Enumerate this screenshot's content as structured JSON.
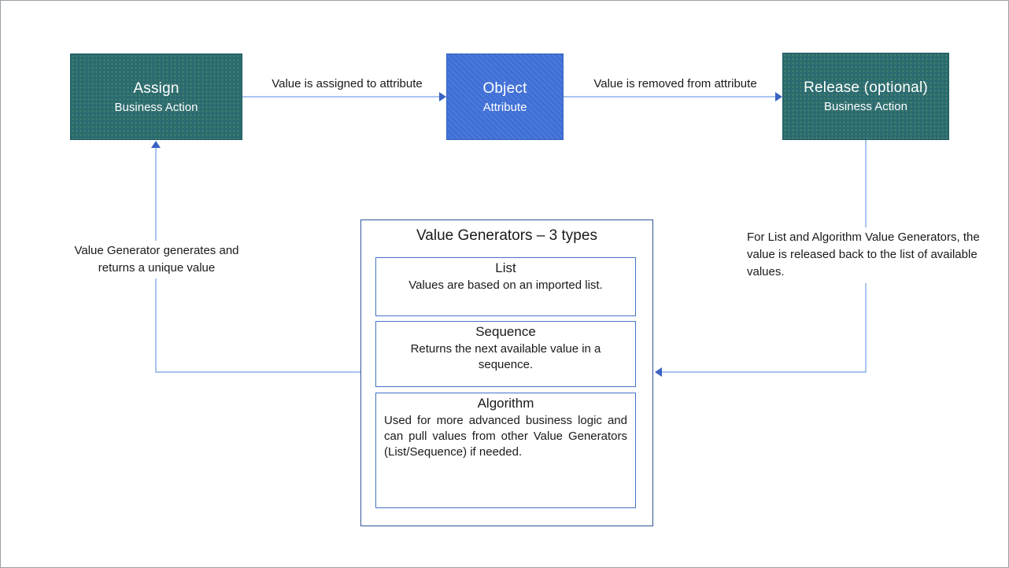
{
  "colors": {
    "teal_fill": "#2a6b71",
    "teal_border": "#1e585c",
    "blue_fill": "#3f6fd6",
    "blue_border": "#3462be",
    "line": "#a9c4ef",
    "arrowhead": "#3a63c2",
    "panel_border": "#2f5597",
    "inner_border": "#4472c4",
    "text": "#1a1a1a"
  },
  "nodes": {
    "assign": {
      "title": "Assign",
      "subtitle": "Business Action"
    },
    "object": {
      "title": "Object",
      "subtitle": "Attribute"
    },
    "release": {
      "title": "Release (optional)",
      "subtitle": "Business Action"
    }
  },
  "edges": {
    "assign_to_object": {
      "label": "Value is assigned to attribute"
    },
    "object_to_release": {
      "label": "Value is removed from attribute"
    }
  },
  "annotations": {
    "left": "Value Generator generates and returns a unique value",
    "right": "For List and Algorithm Value Generators, the value is released back to the list of available values."
  },
  "generator_panel": {
    "title": "Value Generators – 3 types",
    "items": [
      {
        "title": "List",
        "description": "Values are based on an imported list."
      },
      {
        "title": "Sequence",
        "description": "Returns the next available value in a sequence."
      },
      {
        "title": "Algorithm",
        "description": "Used for more advanced business logic and can pull values from other Value Generators (List/Sequence) if needed."
      }
    ]
  }
}
